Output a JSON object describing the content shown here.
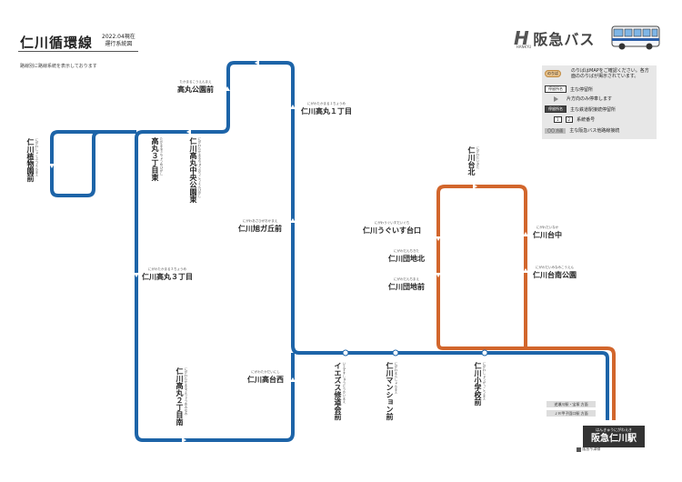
{
  "header": {
    "route_title": "仁川循環線",
    "date": "2022.04現在",
    "diagram_type": "運行系統図",
    "note": "路線別に路線系統を表示しております"
  },
  "brand": {
    "name": "阪急バス",
    "sub": "HANKYU",
    "mark": "H"
  },
  "legend": {
    "row1_badge": "のりば",
    "row1_text": "のりばはMAPをご確認ください。各方面ののりばが掲示されています。",
    "row2_box": "停留所名",
    "row2_text": "主な停留所",
    "row3_text": "片方向のみ停車します",
    "row4_box": "停留所名",
    "row4_text": "主な鉄道駅接続停留所",
    "row5_num_a": "1",
    "row5_num_b": "2",
    "row5_text": "系統番号",
    "row6_box": "〇〇 方面",
    "row6_text": "主な阪急バス他路線接続"
  },
  "stops": {
    "takamaru_koen": {
      "name": "高丸公園前",
      "kana": "たかまるこうえんまえ"
    },
    "nigawa_takamaru1": {
      "name": "仁川高丸１丁目",
      "kana": "にがわたかまる１ちょうめ"
    },
    "shokubutsuen": {
      "name": "仁川植物園前",
      "kana": "にがわしょくぶつえんまえ"
    },
    "takamaru3_higashi": {
      "name": "高丸３丁目東",
      "kana": "たかまる３ちょうめひがし"
    },
    "takamaru_chuo": {
      "name": "仁川高丸中央公園東",
      "kana": "にがわたかまるちゅうおうこうえんひがし"
    },
    "asahigaoka": {
      "name": "仁川旭ガ丘前",
      "kana": "にがわあさひがおかまえ"
    },
    "takamaru3": {
      "name": "仁川高丸３丁目",
      "kana": "にがわたかまる３ちょうめ"
    },
    "takamaru2_minami": {
      "name": "仁川高丸２丁目南",
      "kana": "にがわたかまる２ちょうめみなみ"
    },
    "takadai_nishi": {
      "name": "仁川高台西",
      "kana": "にがわたかだいにし"
    },
    "iezusu": {
      "name": "イエズス修道会前",
      "kana": "いえずすしゅうどうかいまえ"
    },
    "mansion": {
      "name": "仁川マンション前",
      "kana": "にがわまんしょんまえ"
    },
    "shogakko": {
      "name": "仁川小学校前",
      "kana": "にがわしょうがっこうまえ"
    },
    "uguisudai": {
      "name": "仁川うぐいす台口",
      "kana": "にがわうぐいすだいぐち"
    },
    "danchi_kita": {
      "name": "仁川団地北",
      "kana": "にがわだんちきた"
    },
    "danchi_mae": {
      "name": "仁川団地前",
      "kana": "にがわだんちまえ"
    },
    "dai_kita": {
      "name": "仁川台北",
      "kana": "にがわだいきた"
    },
    "dai_naka": {
      "name": "仁川台中",
      "kana": "にがわだいなか"
    },
    "dai_minami_koen": {
      "name": "仁川台南公園",
      "kana": "にがわだいみなみこうえん"
    }
  },
  "terminal": {
    "name": "阪急仁川駅",
    "kana": "はんきゅうにがわえき"
  },
  "connections": {
    "line1": "逆瀬川駅・宝塚 方面",
    "line2": "ＪＲ甲子園口駅 方面"
  },
  "footer": "阪急今津線",
  "colors": {
    "blue_route": "#1d64a8",
    "orange_route": "#d2662c",
    "text": "#222222"
  }
}
